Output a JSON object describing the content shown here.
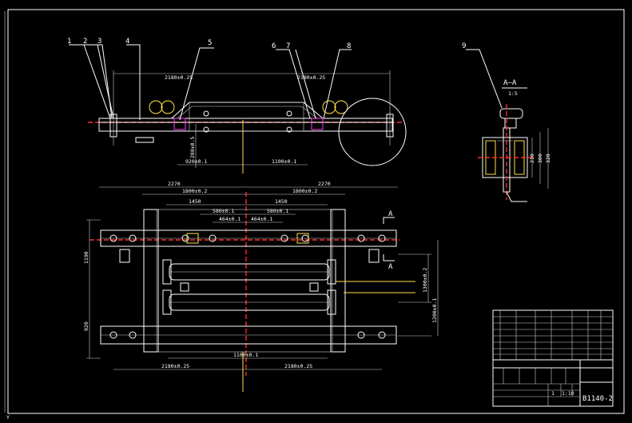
{
  "drawing": {
    "part_callouts": [
      "1",
      "2",
      "3",
      "4",
      "5",
      "6",
      "7",
      "8",
      "9"
    ],
    "section_title": "A—A",
    "section_scale": "1:5",
    "section_marks": [
      "A",
      "A"
    ],
    "dimensions": {
      "top_left_span": "2180±0.25",
      "top_right_span": "2180±0.25",
      "top_height": "288±0.5",
      "top_bottom_left": "920±0.1",
      "top_bottom_right": "1100±0.1",
      "plan_left_total": "2270",
      "plan_right_total": "2270",
      "plan_left_inner": "1800±0.2",
      "plan_right_inner": "1800±0.2",
      "plan_mid_left": "1450",
      "plan_mid_right": "1450",
      "plan_small_left": "580±0.1",
      "plan_small_right": "580±0.1",
      "plan_inner_left": "464±0.1",
      "plan_inner_right": "464±0.1",
      "plan_height_upper": "1190",
      "plan_height_lower": "920",
      "plan_bottom_left": "2180±0.25",
      "plan_bottom_right": "2180±0.25",
      "plan_bottom_mid": "1100±0.1",
      "right_vertical": "1300±0.2",
      "right_vertical_lower": "1200±0.1",
      "section_dims": [
        "210",
        "300",
        "320"
      ]
    },
    "title_block": {
      "drawing_number": "B1140-2",
      "sheet": "1",
      "scale": "1:10"
    },
    "bottom_left_marker": "Y"
  }
}
